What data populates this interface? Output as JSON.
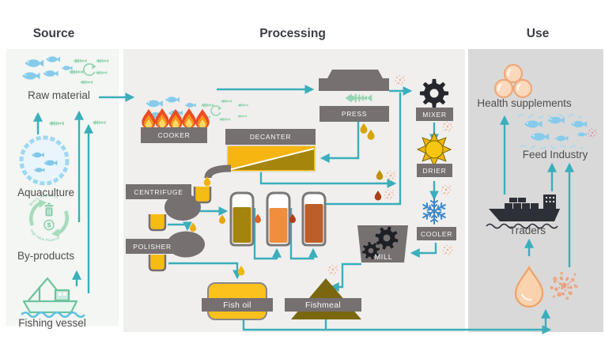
{
  "headers": {
    "source": "Source",
    "processing": "Processing",
    "use": "Use"
  },
  "source": {
    "raw_material": "Raw material",
    "aquaculture": "Aquaculture",
    "by_products": "By-products",
    "by_products_arc_top": "Waste Reduction",
    "by_products_arc_bottom": "High Value Products",
    "by_products_dollar": "$",
    "fishing_vessel": "Fishing vessel"
  },
  "processing": {
    "cooker": "COOKER",
    "press": "PRESS",
    "decanter": "DECANTER",
    "centrifuge": "CENTRIFUGE",
    "polisher": "POLISHER",
    "mixer": "MIXER",
    "drier": "DRIER",
    "cooler": "COOLER",
    "mill": "MILL",
    "fish_oil": "Fish oil",
    "fishmeal": "Fishmeal"
  },
  "use": {
    "health_supplements": "Health supplements",
    "feed_industry": "Feed Industry",
    "traders": "Traders"
  },
  "icons": {
    "mixer": "gear",
    "drier": "sun",
    "cooler": "snowflake",
    "mill": "gears",
    "traders": "cargo-ship",
    "health_supplements": "capsules",
    "feed_industry": "fish-school",
    "fish_oil_product": "oil-drop",
    "fishmeal_product": "meal-particles",
    "by_products": "recycle-loop",
    "aquaculture": "net-pen-with-fish",
    "fishing_vessel": "fishing-boat",
    "raw_material": "fish-and-bones"
  },
  "colors": {
    "line_teal": "#3BAEBB",
    "box_gray": "#767071",
    "dark": "#2D3036",
    "yellow": "#F7B911",
    "decanter_wedge": "#A5850C",
    "tank1": "#A5840C",
    "tank2": "#F08E3E",
    "tank3": "#BC5E29",
    "fishmeal_olive": "#7B670F",
    "speckle_peach": "#EFAF8F",
    "green_icon": "#97D5B2",
    "blue_fish": "#87CBEB",
    "panel_source": "#F3F6F3",
    "panel_processing": "#F0EFEE",
    "panel_use": "#D9D9D9"
  }
}
